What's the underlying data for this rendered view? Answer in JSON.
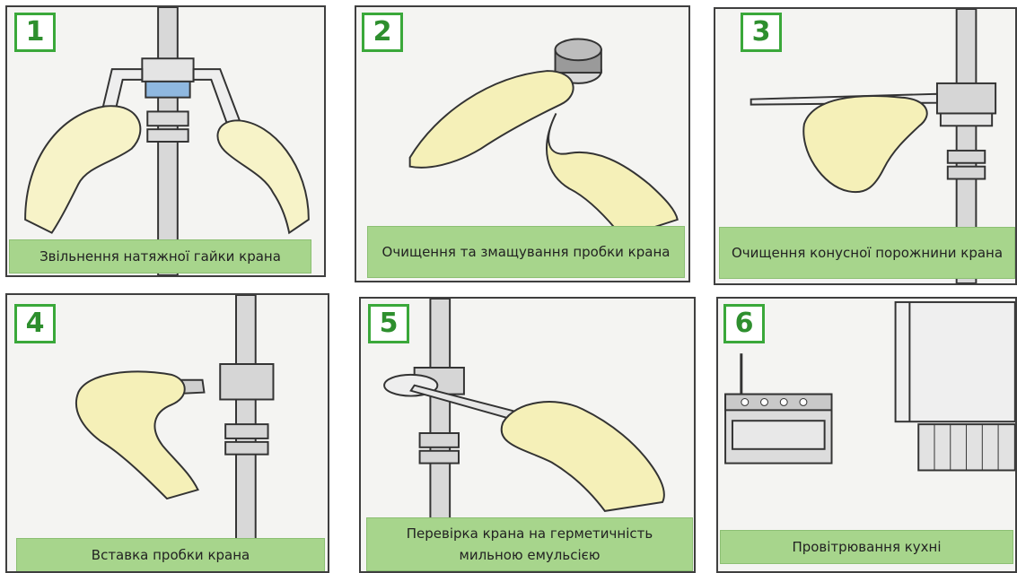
{
  "steps": [
    {
      "number": "1",
      "caption": "Звільнення натяжної гайки крана"
    },
    {
      "number": "2",
      "caption": "Очищення та змащування пробки крана"
    },
    {
      "number": "3",
      "caption": "Очищення конусної порожнини крана"
    },
    {
      "number": "4",
      "caption": "Вставка пробки крана"
    },
    {
      "number": "5",
      "caption": "Перевірка крана на герметичність мильною емульсією"
    },
    {
      "number": "6",
      "caption": "Провітрювання кухні"
    }
  ],
  "colors": {
    "badge_green": "#2e8f2e",
    "caption_green": "#a7d58c",
    "hand_yellow": "#f3eeb0"
  }
}
